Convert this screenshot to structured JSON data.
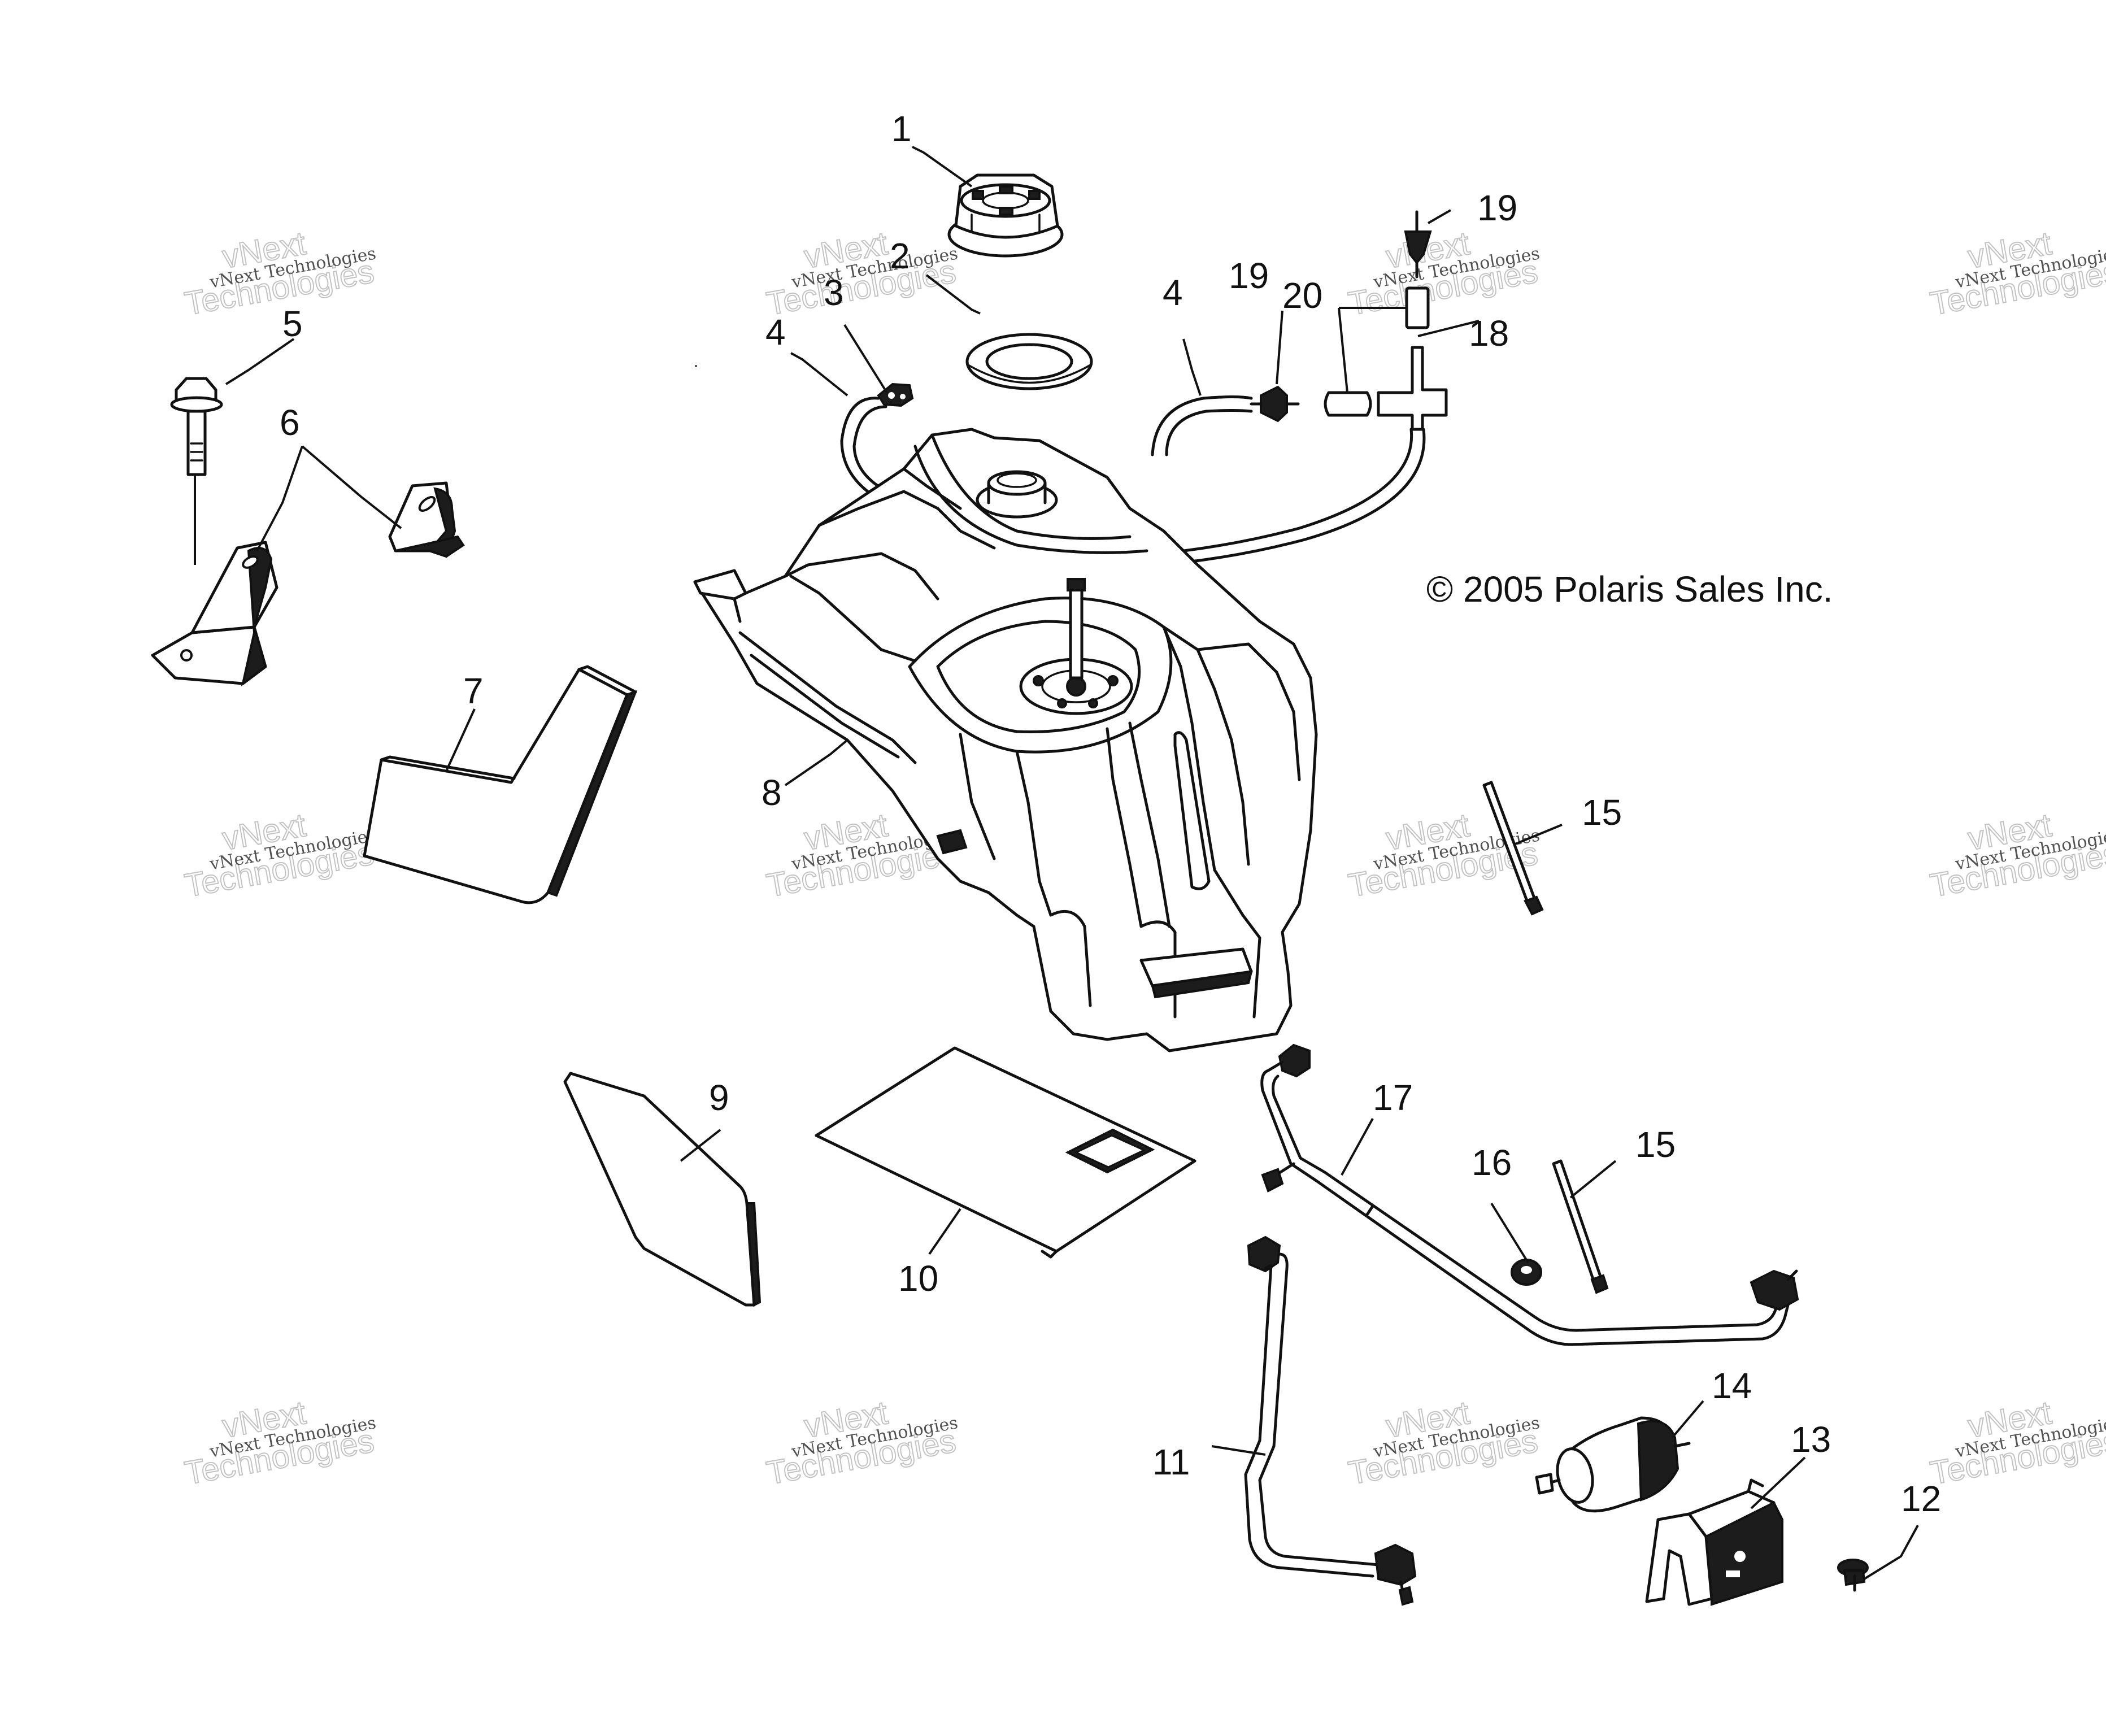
{
  "copyright": "© 2005 Polaris Sales Inc.",
  "watermark": {
    "line1": "vNext Technologies",
    "line2_a": "vNext",
    "line2_b": "Technologies"
  },
  "callouts": {
    "n1": "1",
    "n2": "2",
    "n3": "3",
    "n4a": "4",
    "n4b": "4",
    "n5": "5",
    "n6": "6",
    "n7": "7",
    "n8": "8",
    "n9": "9",
    "n10": "10",
    "n11": "11",
    "n12": "12",
    "n13": "13",
    "n14": "14",
    "n15a": "15",
    "n15b": "15",
    "n16": "16",
    "n17": "17",
    "n18": "18",
    "n19a": "19",
    "n19b": "19",
    "n20": "20"
  }
}
